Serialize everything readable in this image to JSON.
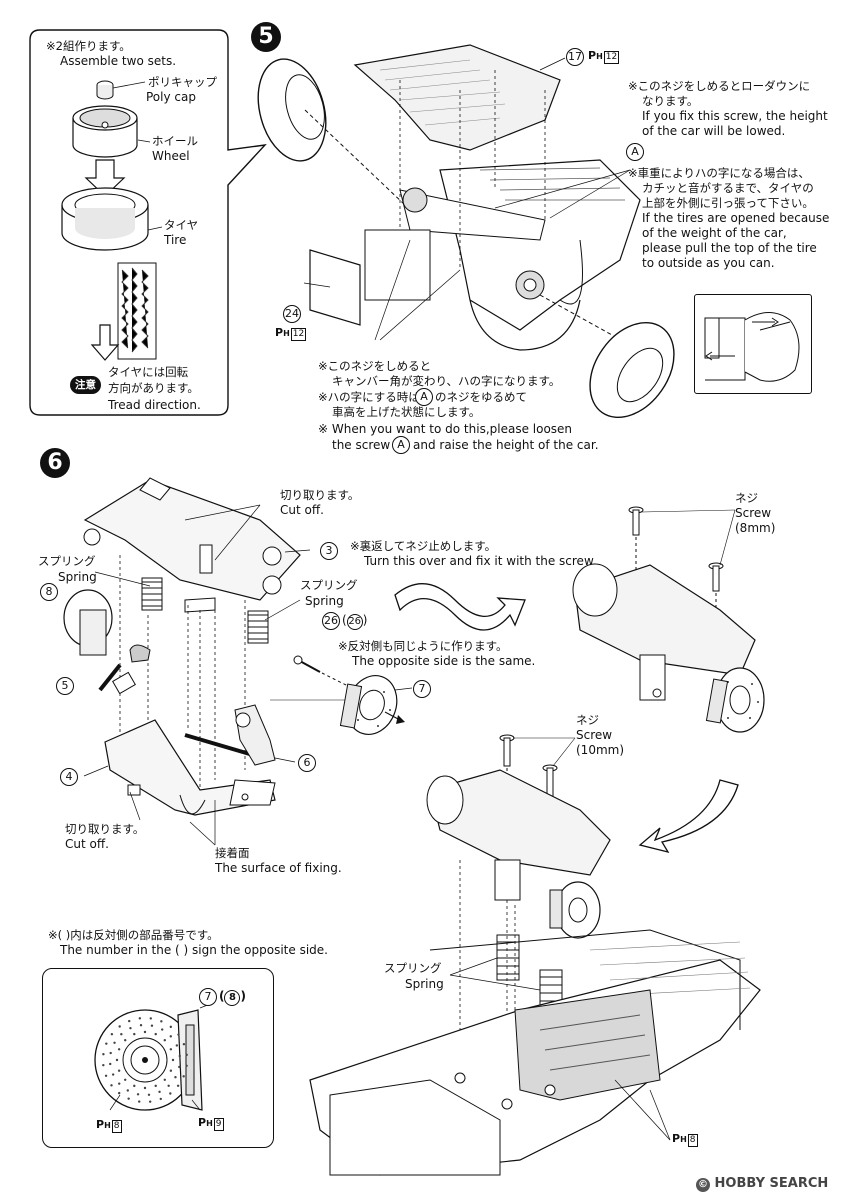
{
  "steps": {
    "s5": "5",
    "s6": "6"
  },
  "inset5": {
    "note_jp": "※2組作ります。",
    "note_en": "Assemble two sets.",
    "polycap_jp": "ポリキャップ",
    "polycap_en": "Poly cap",
    "wheel_jp": "ホイール",
    "wheel_en": "Wheel",
    "tire_jp": "タイヤ",
    "tire_en": "Tire",
    "tread_jp1": "タイヤには回転",
    "tread_jp2": "方向があります。",
    "tread_en": "Tread direction.",
    "caution": "注意"
  },
  "step5": {
    "part17": "17",
    "ph12a_prefix": "P",
    "ph12a_sub": "H",
    "ph12a_page": "12",
    "part24": "24",
    "ph12b_page": "12",
    "screw_A": "A",
    "lowdown_jp1": "※このネジをしめるとローダウンに",
    "lowdown_jp2": "なります。",
    "lowdown_en1": "If you fix this screw, the height",
    "lowdown_en2": "of the car will be lowed.",
    "weight_jp1": "※車重によりハの字になる場合は、",
    "weight_jp2": "カチッと音がするまで、タイヤの",
    "weight_jp3": "上部を外側に引っ張って下さい。",
    "weight_en1": "If the tires are opened because",
    "weight_en2": "of the weight of the car,",
    "weight_en3": "please pull the top of the tire",
    "weight_en4": "to outside as you can.",
    "camber_jp1": "※このネジをしめると",
    "camber_jp2": "キャンバー角が変わり、ハの字になります。",
    "camber_jp3a": "※ハの字にする時は",
    "camber_jp3b": "のネジをゆるめて",
    "camber_jp4": "車高を上げた状態にします。",
    "camber_en1": "※ When you want to do this,please loosen",
    "camber_en2a": "the screw",
    "camber_en2b": "and raise the height of the car."
  },
  "step6": {
    "cutoff_jp": "切り取ります。",
    "cutoff_en": "Cut off.",
    "spring_jp": "スプリング",
    "spring_en": "Spring",
    "part3": "3",
    "part8": "8",
    "part5": "5",
    "part4": "4",
    "part6": "6",
    "part7": "7",
    "part26": "26",
    "part26p": "(26)",
    "reverse_jp": "※裏返してネジ止めします。",
    "reverse_en": "Turn this over and fix it with the screw.",
    "opposite_jp": "※反対側も同じように作ります。",
    "opposite_en": "The opposite side is the same.",
    "cutoff2_jp": "切り取ります。",
    "cutoff2_en": "Cut off.",
    "surface_jp": "接着面",
    "surface_en": "The surface of fixing.",
    "screw8_jp": "ネジ",
    "screw8_en": "Screw",
    "screw8_size": "(8mm)",
    "screw10_jp": "ネジ",
    "screw10_en": "Screw",
    "screw10_size": "(10mm)",
    "spring2_jp": "スプリング",
    "spring2_en": "Spring",
    "paren_jp": "※(    )内は反対側の部品番号です。",
    "paren_en": "The number in the (    ) sign the opposite side.",
    "inset_part7": "7",
    "inset_part8": "(8)",
    "ph8a": "8",
    "ph9": "9",
    "ph8b": "8"
  },
  "watermark": "HOBBY SEARCH",
  "watermark_mark": "©"
}
